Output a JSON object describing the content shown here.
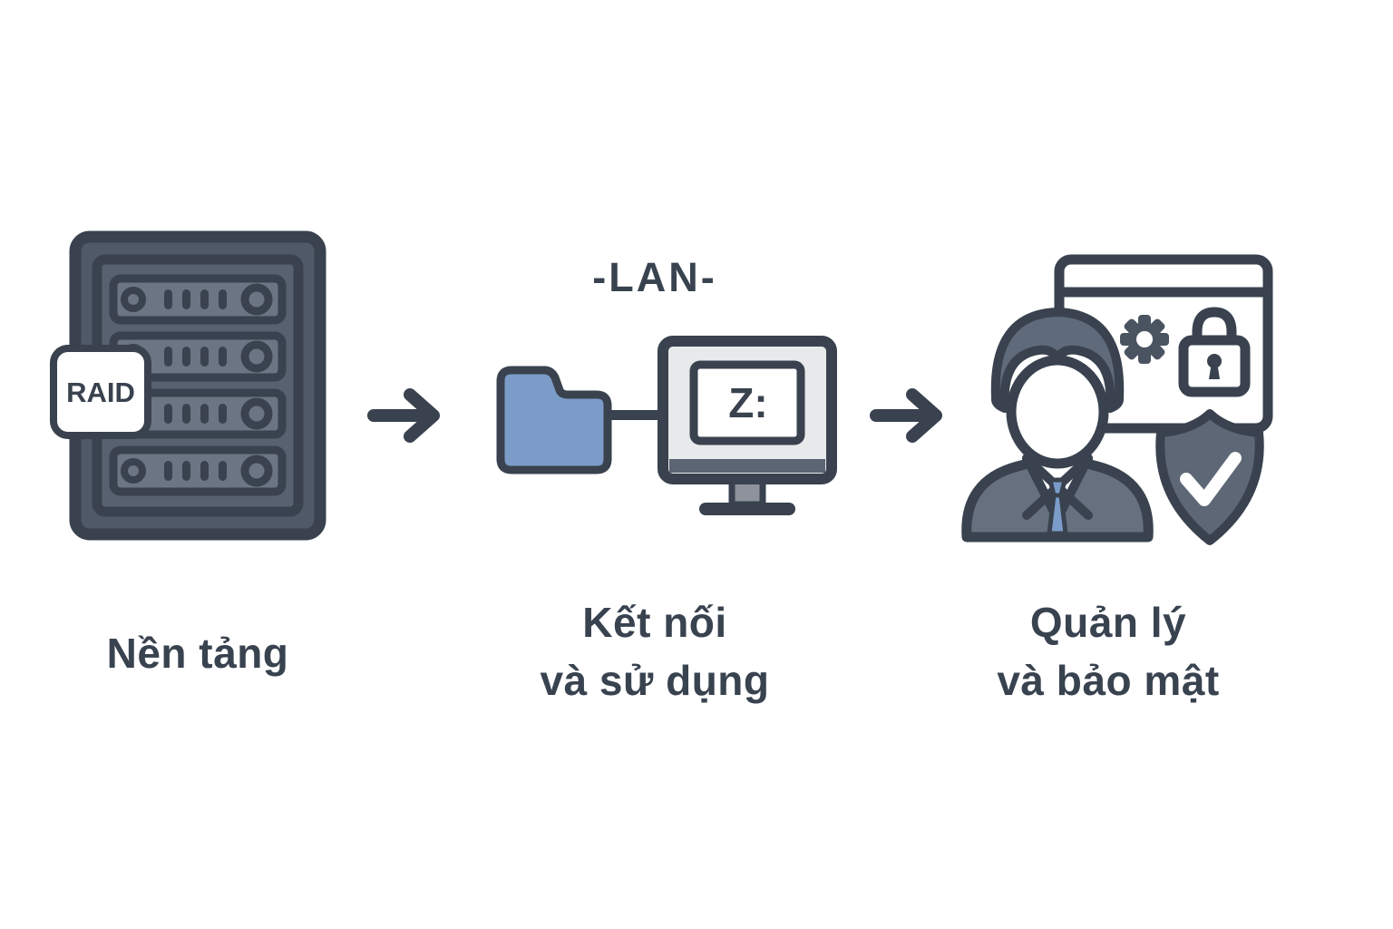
{
  "diagram": {
    "background": "#ffffff",
    "colors": {
      "white": "#ffffff",
      "outline": "#39424e",
      "text": "#394350",
      "server": "#4f5968",
      "panel": "#57616f",
      "bay": "#6b7583",
      "blue": "#7b9cc8",
      "screen": "#e8e9eb",
      "bar": "#5b6574",
      "stand": "#8d929c",
      "suit": "#66707f",
      "hair": "#5f6a7a",
      "shield": "#5d6776",
      "gear": "#4a5461"
    },
    "stages": [
      {
        "id": "platform",
        "icon": "nas-server-raid",
        "badge": "RAID",
        "caption": "Nền tảng"
      },
      {
        "id": "connect-and-use",
        "icons": [
          "shared-folder",
          "desktop-monitor"
        ],
        "network_label": "-LAN-",
        "drive_letter": "Z:",
        "caption_lines": [
          "Kết nối",
          "và sử dụng"
        ]
      },
      {
        "id": "manage-and-secure",
        "icons": [
          "admin-user",
          "browser-window",
          "gear",
          "padlock",
          "shield-check"
        ],
        "caption_lines": [
          "Quản lý",
          "và bảo mật"
        ]
      }
    ],
    "connectors": [
      {
        "type": "arrow-right"
      },
      {
        "type": "arrow-right"
      }
    ]
  }
}
